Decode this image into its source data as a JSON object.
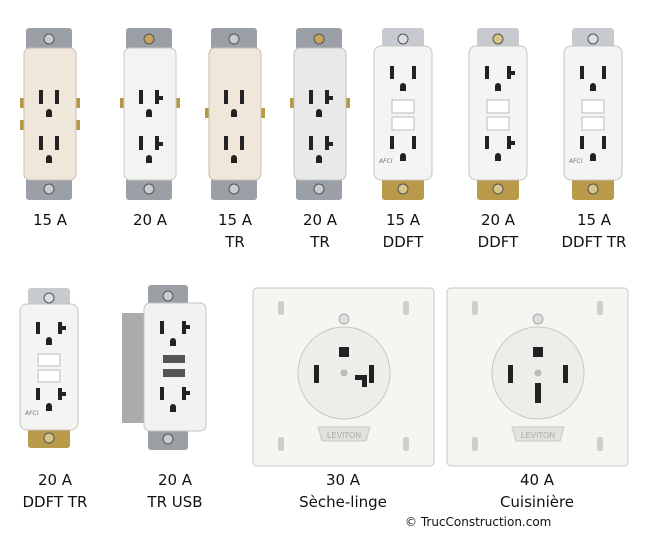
{
  "outlets": [
    {
      "id": "o1",
      "type": "duplex",
      "line1": "15 A",
      "line2": ""
    },
    {
      "id": "o2",
      "type": "duplex",
      "line1": "20 A",
      "line2": ""
    },
    {
      "id": "o3",
      "type": "duplex",
      "line1": "15 A",
      "line2": "TR"
    },
    {
      "id": "o4",
      "type": "duplex",
      "line1": "20 A",
      "line2": "TR"
    },
    {
      "id": "o5",
      "type": "gfci",
      "line1": "15 A",
      "line2": "DDFT"
    },
    {
      "id": "o6",
      "type": "gfci",
      "line1": "20 A",
      "line2": "DDFT"
    },
    {
      "id": "o7",
      "type": "gfci",
      "line1": "15 A",
      "line2": "DDFT TR"
    },
    {
      "id": "o8",
      "type": "gfci",
      "line1": "20 A",
      "line2": "DDFT TR"
    },
    {
      "id": "o9",
      "type": "usb",
      "line1": "20 A",
      "line2": "TR USB"
    },
    {
      "id": "o10",
      "type": "dryer",
      "line1": "30 A",
      "line2": "Sèche-linge"
    },
    {
      "id": "o11",
      "type": "range",
      "line1": "40 A",
      "line2": "Cuisinière"
    }
  ],
  "device_text": {
    "afci": "AFCI",
    "leviton": "LEVITON"
  },
  "copyright": "© TrucConstruction.com"
}
